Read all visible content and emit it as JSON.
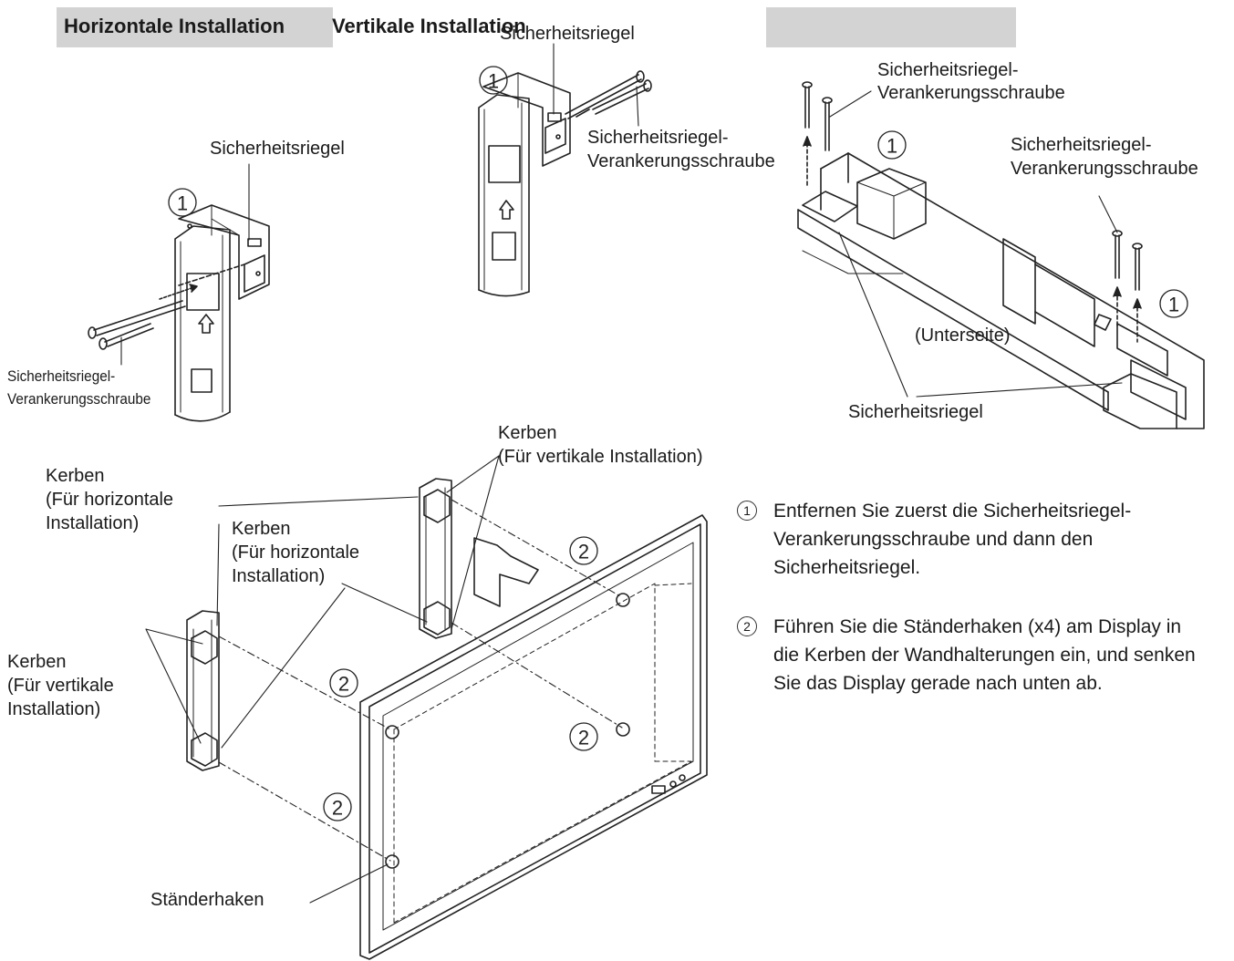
{
  "header": {
    "horizontal_title": "Horizontale Installation",
    "vertical_title": "Vertikale Installation"
  },
  "labels": {
    "latch_left": "Sicherheitsriegel",
    "screw_left_1": "Sicherheitsriegel-",
    "screw_left_2": "Verankerungsschraube",
    "latch_mid": "Sicherheitsriegel",
    "screw_mid_1": "Sicherheitsriegel-",
    "screw_mid_2": "Verankerungsschraube",
    "screw_right_a_1": "Sicherheitsriegel-",
    "screw_right_a_2": "Verankerungsschraube",
    "screw_right_b_1": "Sicherheitsriegel-",
    "screw_right_b_2": "Verankerungsschraube",
    "underside": "(Unterseite)",
    "latch_right": "Sicherheitsriegel",
    "notch_vert_top_1": "Kerben",
    "notch_vert_top_2": "(Für vertikale Installation)",
    "notch_horiz_left_1": "Kerben",
    "notch_horiz_left_2": "(Für horizontale",
    "notch_horiz_left_3": "Installation)",
    "notch_horiz_mid_1": "Kerben",
    "notch_horiz_mid_2": "(Für horizontale",
    "notch_horiz_mid_3": "Installation)",
    "notch_vert_left_1": "Kerben",
    "notch_vert_left_2": "(Für vertikale",
    "notch_vert_left_3": "Installation)",
    "stand_hook": "Ständerhaken"
  },
  "markers": {
    "one": "1",
    "two": "2"
  },
  "steps": [
    {
      "number": "1",
      "text": "Entfernen Sie zuerst die Sicherheitsriegel-Verankerungsschraube und dann den Sicherheitsriegel."
    },
    {
      "number": "2",
      "text": "Führen Sie die Ständerhaken (x4) am Display in die Kerben der Wandhalterungen ein, und senken Sie das Display gerade nach unten ab."
    }
  ],
  "colors": {
    "header_bg": "#d3d3d3",
    "line": "#222222"
  }
}
